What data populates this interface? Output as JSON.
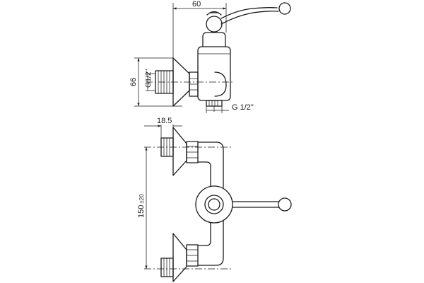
{
  "dimensions": {
    "top_width": "60",
    "side_height": "66",
    "side_thread": "G1/2\"",
    "outlet_thread": "G 1/2\"",
    "offset_depth": "18.5",
    "centre_distance": "150",
    "centre_tolerance": "±20"
  },
  "colors": {
    "line": "#1a1a1a",
    "background": "#ffffff"
  }
}
